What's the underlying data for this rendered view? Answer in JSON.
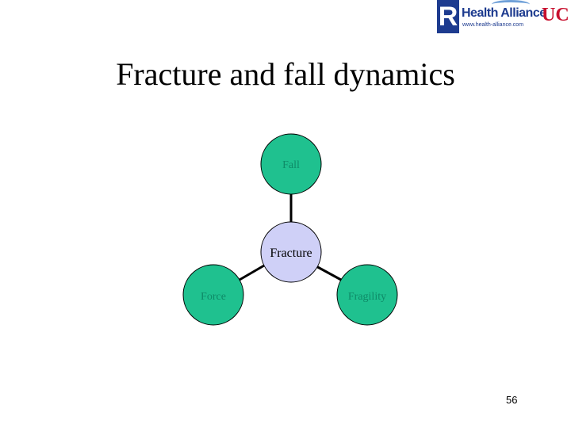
{
  "header": {
    "logo_mark": "R",
    "logo_name": "Health Alliance",
    "logo_url": "www.health-alliance.com",
    "uc_logo": "UC"
  },
  "slide": {
    "title": "Fracture and fall dynamics",
    "page_number": "56"
  },
  "diagram": {
    "center": {
      "label": "Fracture",
      "color": "#cfd0f7"
    },
    "nodes": [
      {
        "id": "fall",
        "label": "Fall",
        "color": "#1fc18f"
      },
      {
        "id": "force",
        "label": "Force",
        "color": "#1fc18f"
      },
      {
        "id": "fragility",
        "label": "Fragility",
        "color": "#1fc18f"
      }
    ],
    "node_label_color": "#0e8a67",
    "stroke_color": "#000000"
  }
}
